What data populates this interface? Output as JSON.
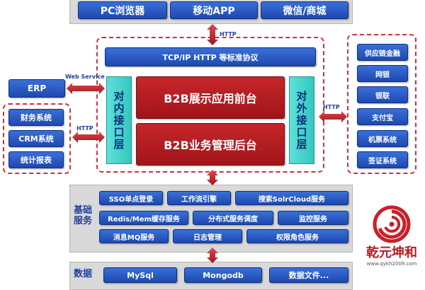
{
  "top_clients": [
    "PC浏览器",
    "移动APP",
    "微信/商城"
  ],
  "http_label": "HTTP",
  "web_service_label": "Web Service",
  "protocol_bar": "TCP/IP HTTP 等标准协议",
  "internal_api": "对内接口层",
  "external_api": "对外接口层",
  "front_platform": "B2B展示应用前台",
  "back_platform": "B2B业务管理后台",
  "erp": "ERP",
  "left_systems": [
    "财务系统",
    "CRM系统",
    "统计报表"
  ],
  "right_systems": [
    "供应链金融",
    "网银",
    "银联",
    "支付宝",
    "机票系统",
    "签证系统"
  ],
  "base_services_title": "基础服务",
  "base_services_rows": [
    [
      "SSO单点登录",
      "工作流引擎",
      "搜索SolrCloud服务"
    ],
    [
      "Redis/Mem缓存服务",
      "分布式服务调度",
      "监控服务"
    ],
    [
      "消息MQ服务",
      "日志管理",
      "权限角色服务"
    ]
  ],
  "data_title": "数据",
  "data_items": [
    "MySql",
    "Mongodb",
    "数据文件..."
  ],
  "logo_name": "乾元坤和",
  "logo_url": "www.qykh2009.com",
  "colors": {
    "accent_blue": "#1d49b0",
    "accent_red": "#b51c21",
    "accent_cyan": "#33c7c0"
  }
}
